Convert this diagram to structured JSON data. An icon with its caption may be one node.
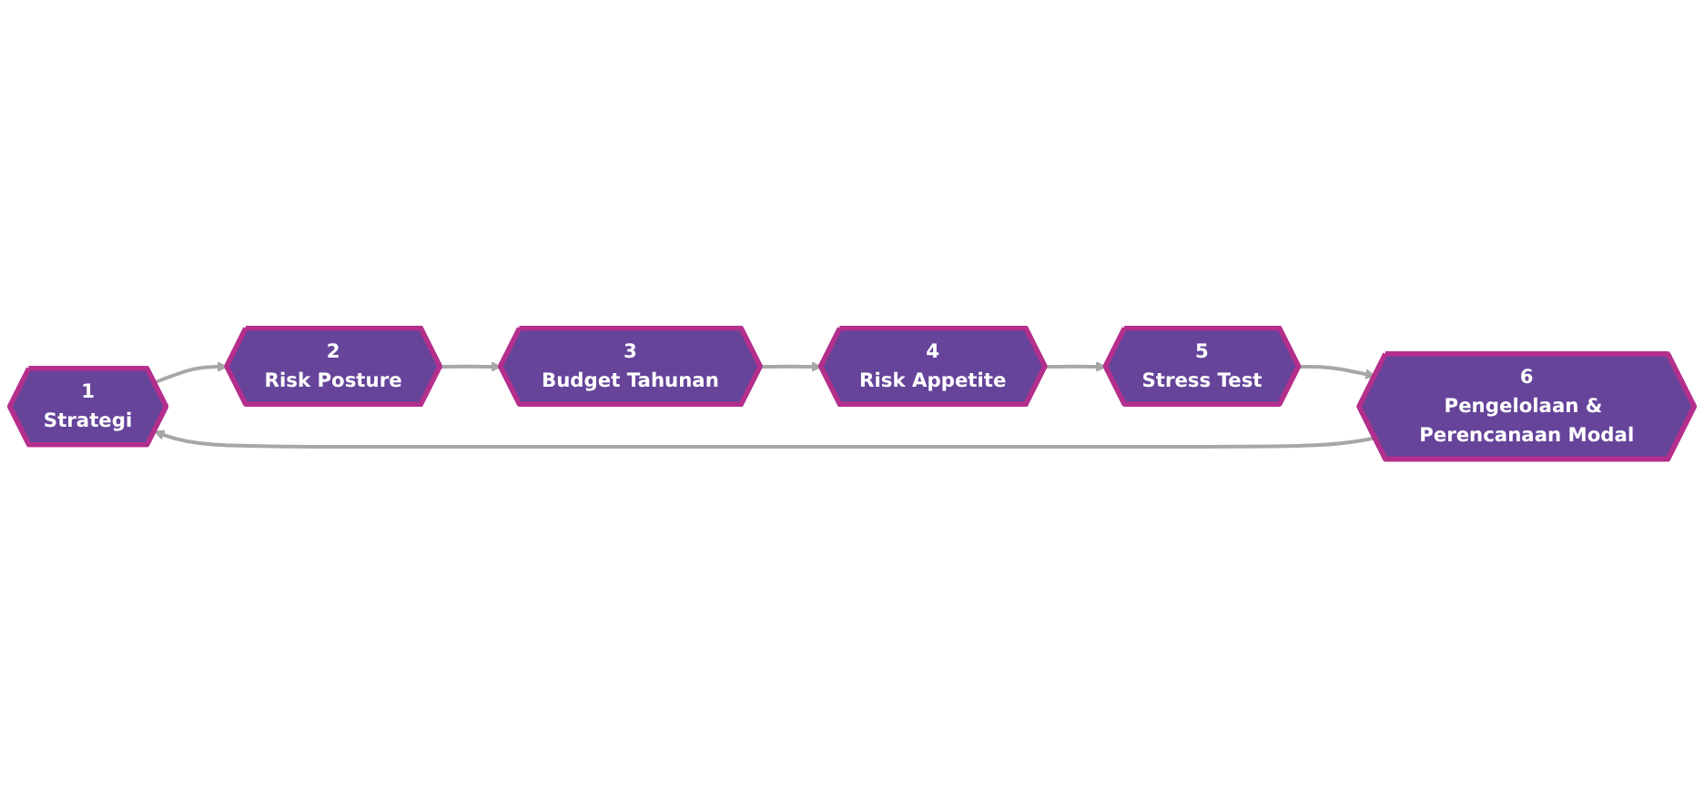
{
  "diagram": {
    "nodes": [
      {
        "text": [
          "1",
          "Strategi"
        ]
      },
      {
        "text": [
          "2",
          "Risk Posture"
        ]
      },
      {
        "text": [
          "3",
          "Budget Tahunan"
        ]
      },
      {
        "text": [
          "4",
          "Risk Appetite"
        ]
      },
      {
        "text": [
          "5",
          "Stress Test"
        ]
      },
      {
        "text": [
          "6",
          "Pengelolaan & Perencanaan Modal"
        ]
      }
    ],
    "edges": [
      {
        "from": 0,
        "to": 1,
        "arrow": "to"
      },
      {
        "from": 1,
        "to": 2,
        "arrow": "to"
      },
      {
        "from": 2,
        "to": 3,
        "arrow": "to"
      },
      {
        "from": 3,
        "to": 4,
        "arrow": "to"
      },
      {
        "from": 4,
        "to": 5,
        "arrow": "to"
      },
      {
        "from": 5,
        "to": 0,
        "arrow": "to"
      }
    ]
  }
}
